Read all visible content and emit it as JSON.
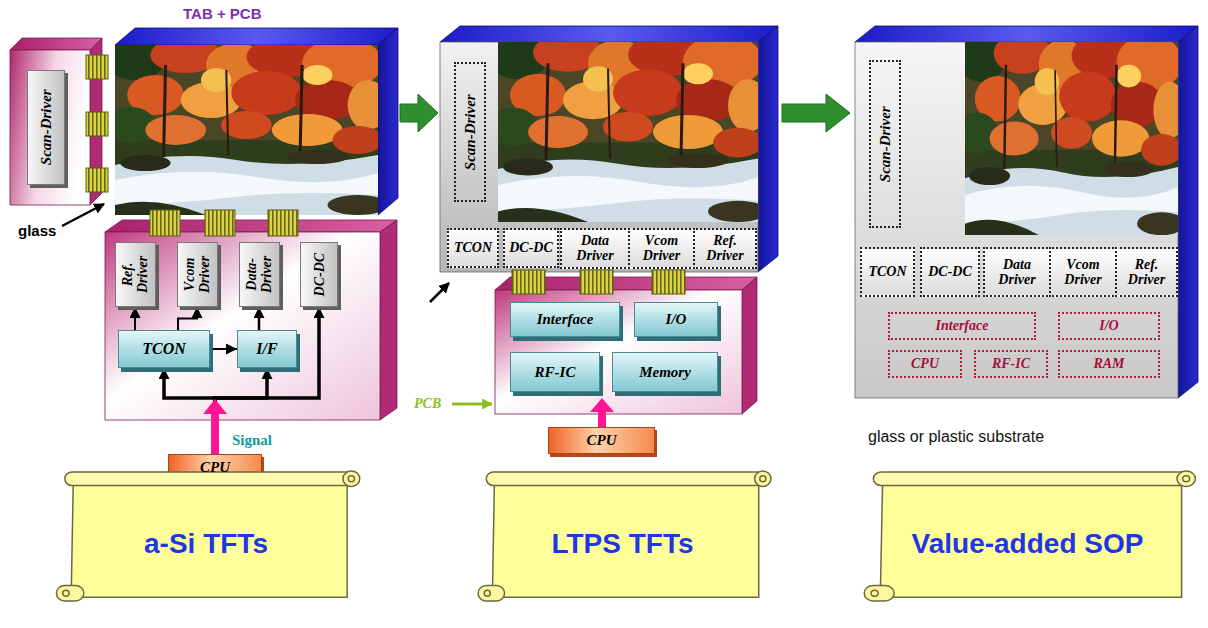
{
  "diagram": {
    "nodes": [
      {
        "text": [
          "Scan-Driver"
        ]
      },
      {
        "text": [
          "Ref. Driver"
        ]
      },
      {
        "text": [
          "Vcom Driver"
        ]
      },
      {
        "text": [
          "Data-Driver"
        ]
      },
      {
        "text": [
          "DC-DC"
        ]
      },
      {
        "text": [
          "TCON"
        ]
      },
      {
        "text": [
          "I/F"
        ]
      },
      {
        "text": [
          "CPU"
        ]
      },
      {
        "text": [
          "a-Si TFTs"
        ]
      },
      {
        "text": [
          "Scan-Driver"
        ]
      },
      {
        "text": [
          "TCON"
        ]
      },
      {
        "text": [
          "DC-DC"
        ]
      },
      {
        "text": [
          "Data Driver"
        ]
      },
      {
        "text": [
          "Vcom Driver"
        ]
      },
      {
        "text": [
          "Ref. Driver"
        ]
      },
      {
        "text": [
          "Interface"
        ]
      },
      {
        "text": [
          "I/O"
        ]
      },
      {
        "text": [
          "RF-IC"
        ]
      },
      {
        "text": [
          "Memory"
        ]
      },
      {
        "text": [
          "CPU"
        ]
      },
      {
        "text": [
          "LTPS TFTs"
        ]
      },
      {
        "text": [
          "Scan-Driver"
        ]
      },
      {
        "text": [
          "TCON"
        ]
      },
      {
        "text": [
          "DC-DC"
        ]
      },
      {
        "text": [
          "Data Driver"
        ]
      },
      {
        "text": [
          "Vcom Driver"
        ]
      },
      {
        "text": [
          "Ref. Driver"
        ]
      },
      {
        "text": [
          "Interface"
        ]
      },
      {
        "text": [
          "I/O"
        ]
      },
      {
        "text": [
          "CPU"
        ]
      },
      {
        "text": [
          "RF-IC"
        ]
      },
      {
        "text": [
          "RAM"
        ]
      },
      {
        "text": [
          "Value-added SOP"
        ]
      }
    ],
    "edges": [
      {
        "from": 5,
        "to": 1,
        "arrow": "to"
      },
      {
        "from": 5,
        "to": 2,
        "arrow": "to"
      },
      {
        "from": 5,
        "to": 6,
        "arrow": "to"
      },
      {
        "from": 6,
        "to": 3,
        "arrow": "to"
      },
      {
        "from": 7,
        "to": 5,
        "arrow": "to"
      },
      {
        "from": 7,
        "to": 6,
        "arrow": "to"
      },
      {
        "from": 7,
        "to": 4,
        "arrow": "to"
      }
    ],
    "labels": [
      "TAB + PCB",
      "glass",
      "Signal",
      "PCB",
      "glass or plastic substrate"
    ]
  }
}
